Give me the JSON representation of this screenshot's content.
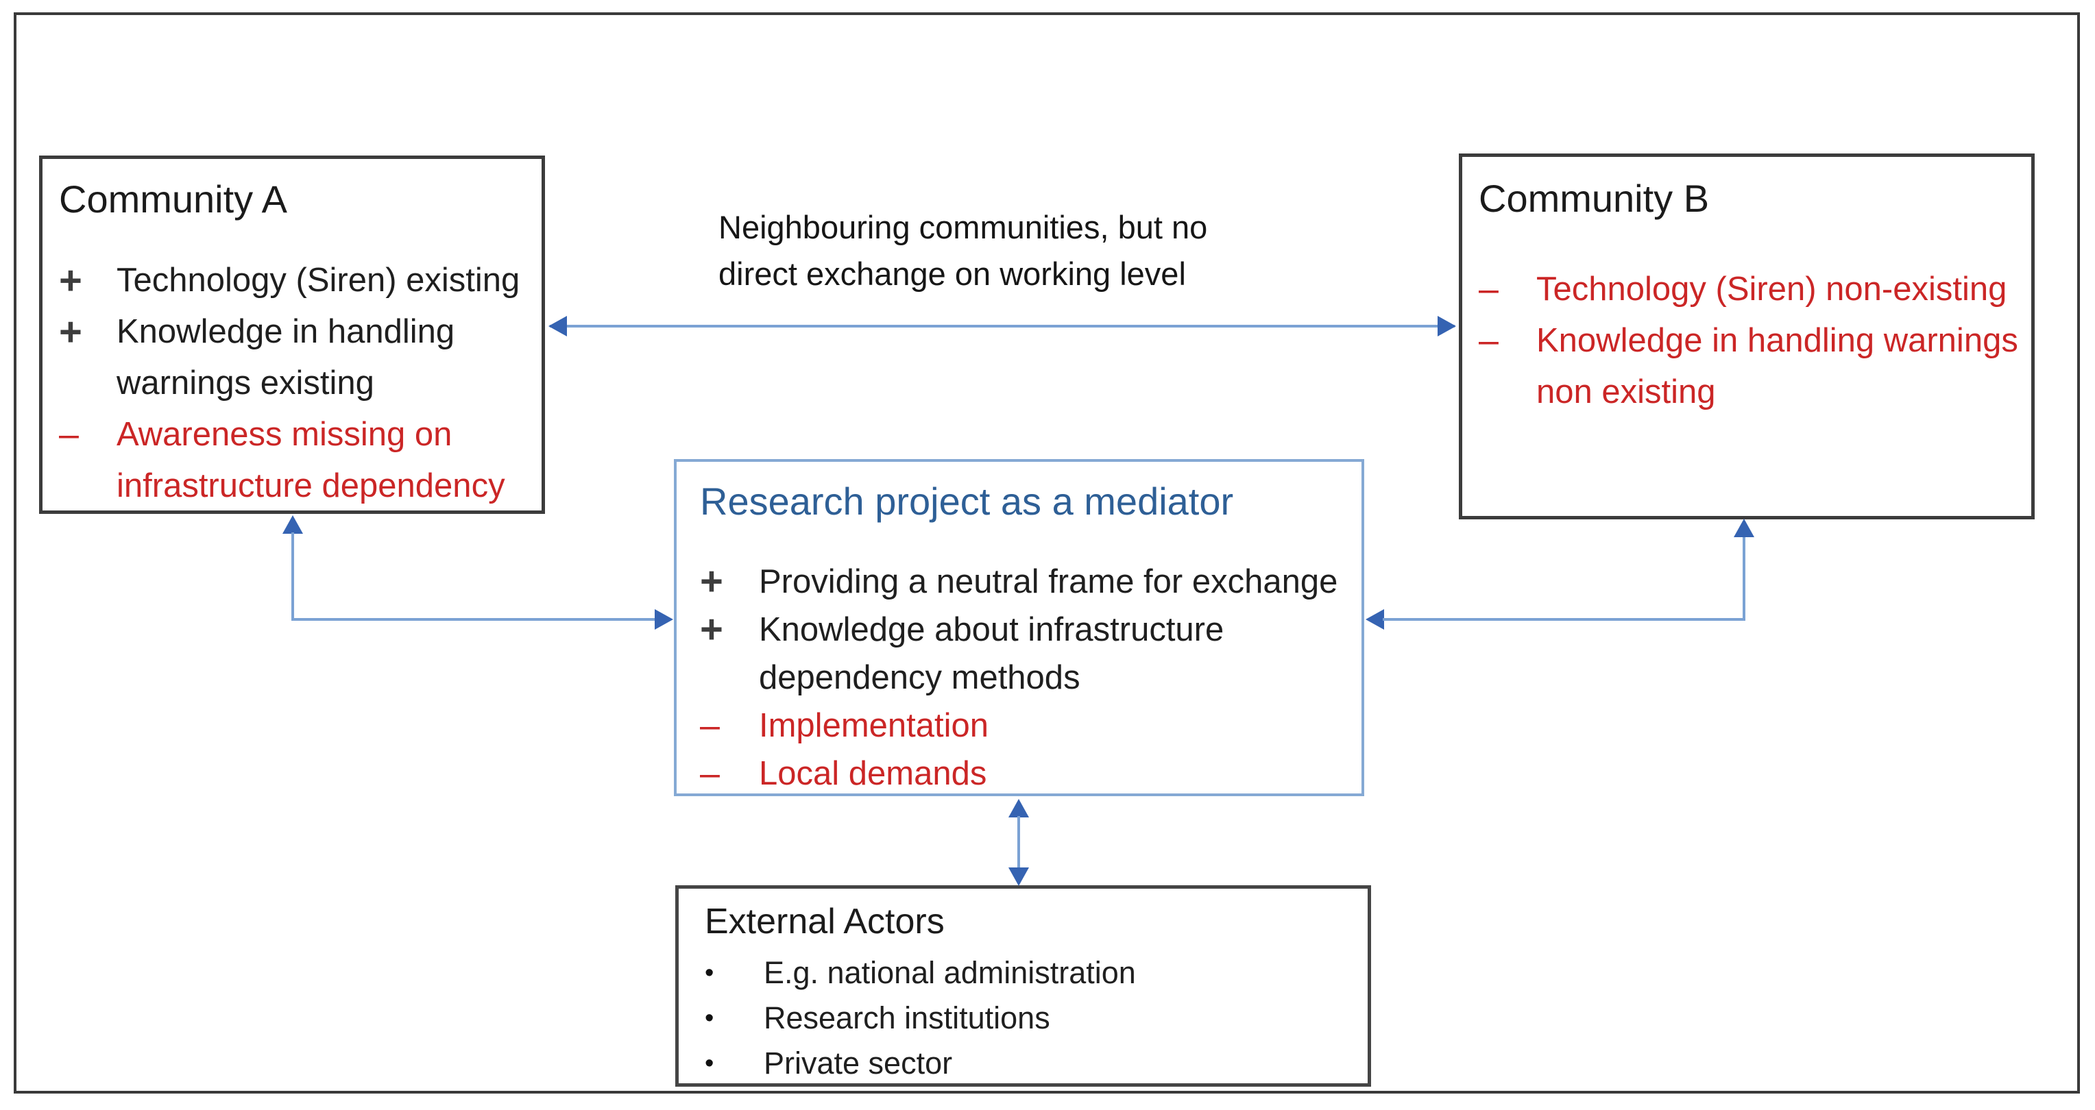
{
  "colors": {
    "negative_red": "#cb2626",
    "positive_marker_gray": "#3d3d3d",
    "mediator_title_blue": "#2e5f96",
    "mediator_border_blue": "#85a9d4",
    "connector_line_blue": "#7ba2d4",
    "arrowhead_blue": "#3563b2",
    "box_border_gray": "#3c3c3c"
  },
  "community_a": {
    "title": "Community A",
    "items": [
      {
        "marker": "+",
        "text": "Technology (Siren) existing"
      },
      {
        "marker": "+",
        "text": "Knowledge in handling\nwarnings existing"
      },
      {
        "marker": "–",
        "text": "Awareness missing on\ninfrastructure dependency"
      }
    ]
  },
  "community_b": {
    "title": "Community B",
    "items": [
      {
        "marker": "–",
        "text": "Technology (Siren) non-existing"
      },
      {
        "marker": "–",
        "text": "Knowledge in handling warnings\nnon existing"
      }
    ]
  },
  "mediator": {
    "title": "Research project as a mediator",
    "items": [
      {
        "marker": "+",
        "text": "Providing a neutral frame for exchange"
      },
      {
        "marker": "+",
        "text": "Knowledge about infrastructure\ndependency methods"
      },
      {
        "marker": "–",
        "text": "Implementation"
      },
      {
        "marker": "–",
        "text": "Local demands"
      }
    ]
  },
  "external_actors": {
    "title": "External Actors",
    "items": [
      {
        "marker": "•",
        "text": "E.g. national administration"
      },
      {
        "marker": "•",
        "text": "Research institutions"
      },
      {
        "marker": "•",
        "text": "Private sector"
      }
    ]
  },
  "relation_note": "Neighbouring communities, but no\ndirect exchange on working level"
}
